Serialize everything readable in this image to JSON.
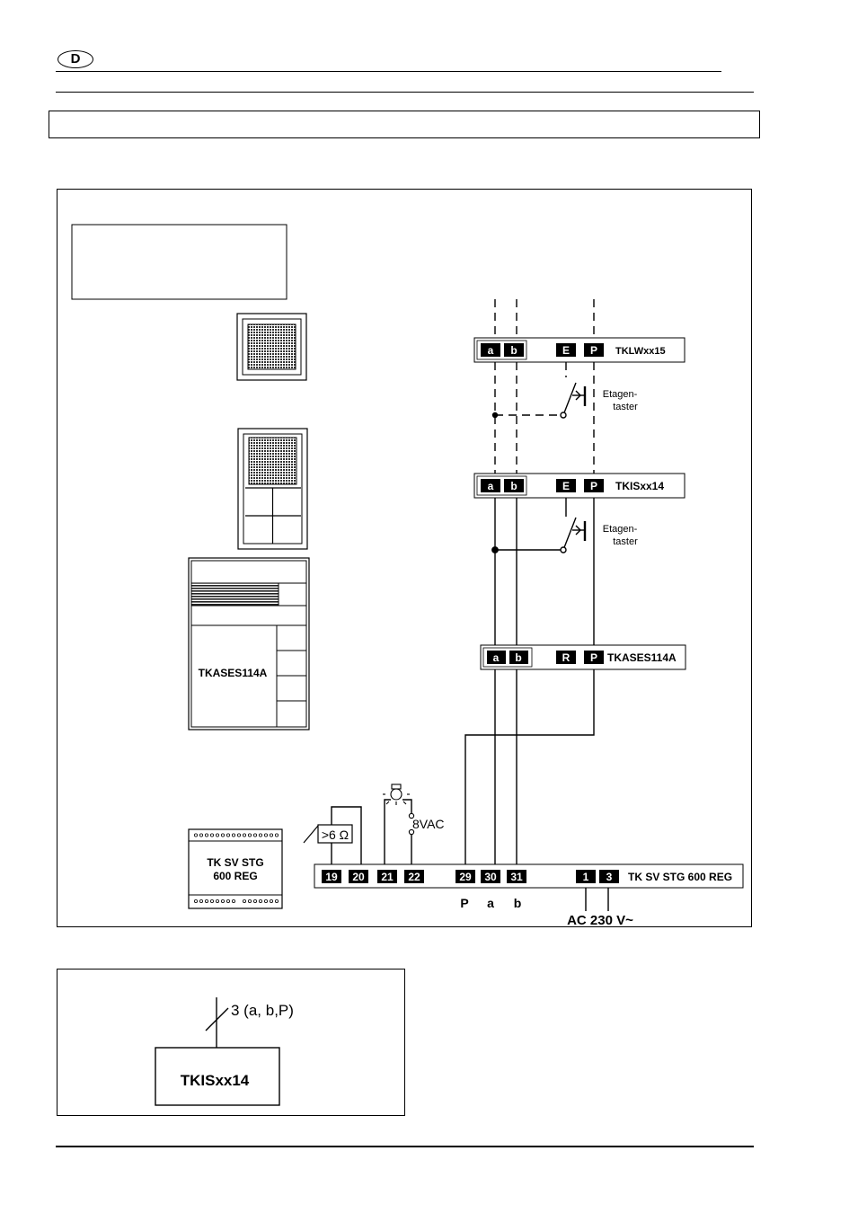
{
  "header": {
    "language_code": "D"
  },
  "diagram": {
    "devices": {
      "tklw": {
        "terminals": [
          "a",
          "b",
          "E",
          "P"
        ],
        "name": "TKLWxx15"
      },
      "tkis": {
        "terminals": [
          "a",
          "b",
          "E",
          "P"
        ],
        "name": "TKISxx14"
      },
      "tkases": {
        "terminals": [
          "a",
          "b",
          "R",
          "P"
        ],
        "name": "TKASES114A"
      },
      "supply": {
        "terminals": [
          "19",
          "20",
          "21",
          "22",
          "29",
          "30",
          "31",
          "1",
          "3"
        ],
        "name": "TK SV STG 600 REG"
      }
    },
    "etagen_taster": [
      "Etagen-",
      "taster"
    ],
    "resistor_label": ">6 Ω",
    "voltage_label": "8VAC",
    "bus_labels": [
      "P",
      "a",
      "b"
    ],
    "mains_label": "AC 230 V~",
    "illustrations": {
      "tkases_label": "TKASES114A",
      "supply_label_line1": "TK SV STG",
      "supply_label_line2": "600 REG"
    }
  },
  "inset": {
    "wire_label": "3 (a, b,P)",
    "device_label": "TKISxx14"
  }
}
